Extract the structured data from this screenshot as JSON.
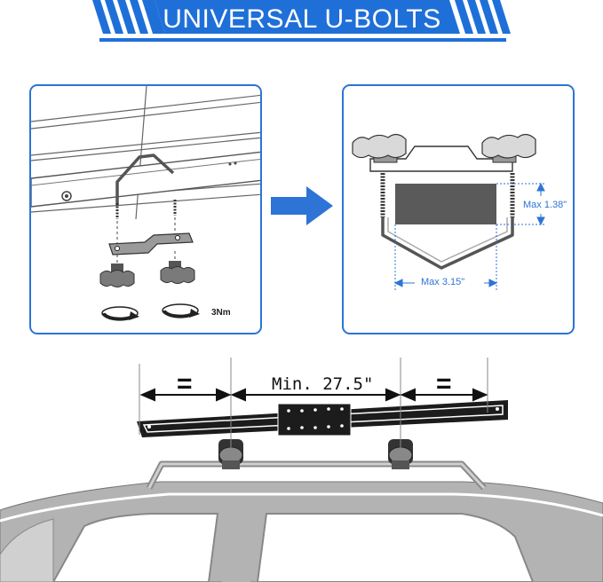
{
  "banner": {
    "title": "UNIVERSAL U-BOLTS",
    "color": "#1f6fd8"
  },
  "install": {
    "torque_label": "3Nm"
  },
  "clamp": {
    "max_height": "Max 1.38\"",
    "max_width": "Max 3.15\""
  },
  "spacing": {
    "equal_left": "=",
    "min_distance": "Min. 27.5\"",
    "equal_right": "="
  },
  "colors": {
    "accent": "#2d74d6",
    "dimension_line": "#2d74d6",
    "pad": "#5a5a5a"
  }
}
